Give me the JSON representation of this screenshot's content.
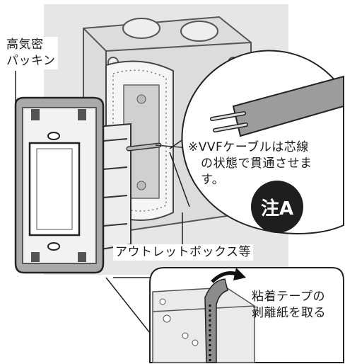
{
  "labels": {
    "gasket": [
      "高気密",
      "パッキン"
    ],
    "outlet_box": "アウトレットボックス等",
    "vvf_note": [
      "※VVFケーブルは芯線",
      "の状態で貫通させま",
      "す。"
    ],
    "note_badge": "注A",
    "tape_note": [
      "粘着テープの",
      "剥離紙を取る"
    ]
  },
  "colors": {
    "background_panel": "#e6e6e6",
    "box_fill": "#d9d9d9",
    "gasket_gray": "#a6a6a6",
    "badge": "#1e1e1e",
    "tape": "#8c8c8c"
  }
}
